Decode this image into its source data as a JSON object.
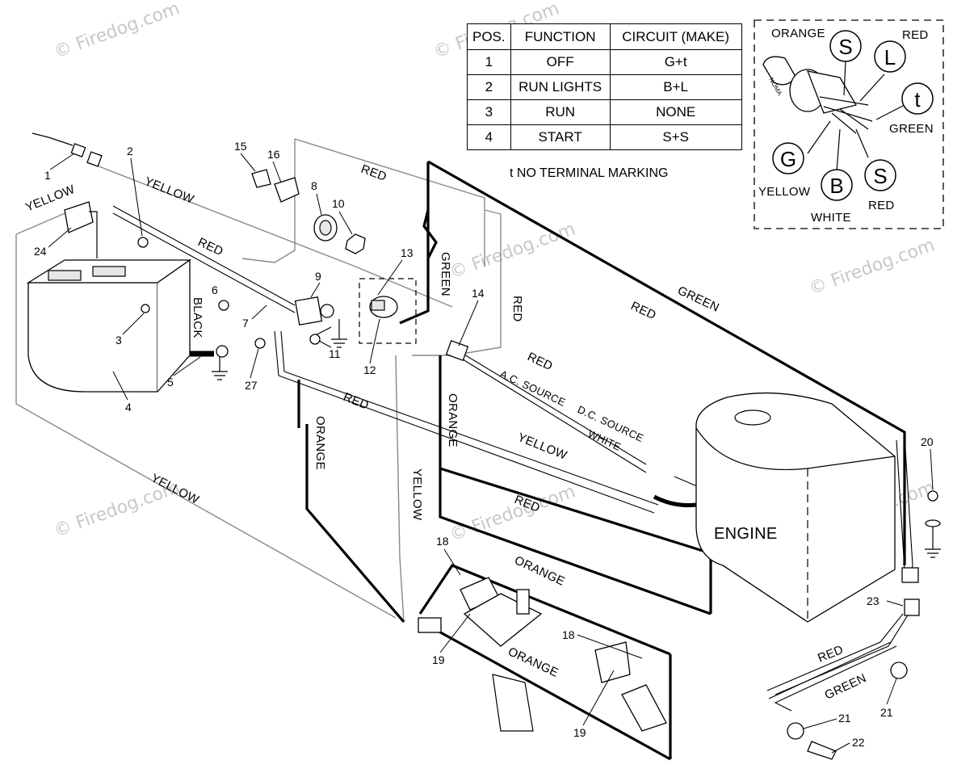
{
  "table": {
    "headers": [
      "POS.",
      "FUNCTION",
      "CIRCUIT  (MAKE)"
    ],
    "rows": [
      {
        "pos": "1",
        "function": "OFF",
        "circuit": "G+t"
      },
      {
        "pos": "2",
        "function": "RUN LIGHTS",
        "circuit": "B+L"
      },
      {
        "pos": "3",
        "function": "RUN",
        "circuit": "NONE"
      },
      {
        "pos": "4",
        "function": "START",
        "circuit": "S+S"
      }
    ],
    "note": "t  NO TERMINAL MARKING"
  },
  "switch_inset": {
    "key_text": "NOMA",
    "terminals": {
      "s_top": "S",
      "l": "L",
      "t": "t",
      "g": "G",
      "b": "B",
      "s_bottom": "S"
    },
    "wire_labels": {
      "orange": "ORANGE",
      "red_top": "RED",
      "green": "GREEN",
      "yellow": "YELLOW",
      "white": "WHITE",
      "red_bottom": "RED"
    }
  },
  "wire_labels": {
    "yellow_1": "YELLOW",
    "yellow_2": "YELLOW",
    "yellow_3": "YELLOW",
    "yellow_4": "YELLOW",
    "yellow_5": "YELLOW",
    "red_1": "RED",
    "red_2": "RED",
    "red_3": "RED",
    "red_4": "RED",
    "red_5": "RED",
    "red_6": "RED",
    "red_7": "RED",
    "red_8": "RED",
    "green_1": "GREEN",
    "green_2": "GREEN",
    "green_3": "GREEN",
    "orange_1": "ORANGE",
    "orange_2": "ORANGE",
    "orange_3": "ORANGE",
    "orange_4": "ORANGE",
    "black": "BLACK",
    "white": "WHITE",
    "ac_source": "A.C. SOURCE",
    "dc_source": "D.C. SOURCE",
    "engine": "ENGINE"
  },
  "part_numbers": [
    "1",
    "2",
    "3",
    "4",
    "5",
    "6",
    "7",
    "8",
    "9",
    "10",
    "11",
    "12",
    "13",
    "14",
    "15",
    "16",
    "18",
    "18",
    "19",
    "19",
    "20",
    "21",
    "21",
    "22",
    "23",
    "24",
    "27"
  ],
  "watermark": "© Firedog.com"
}
